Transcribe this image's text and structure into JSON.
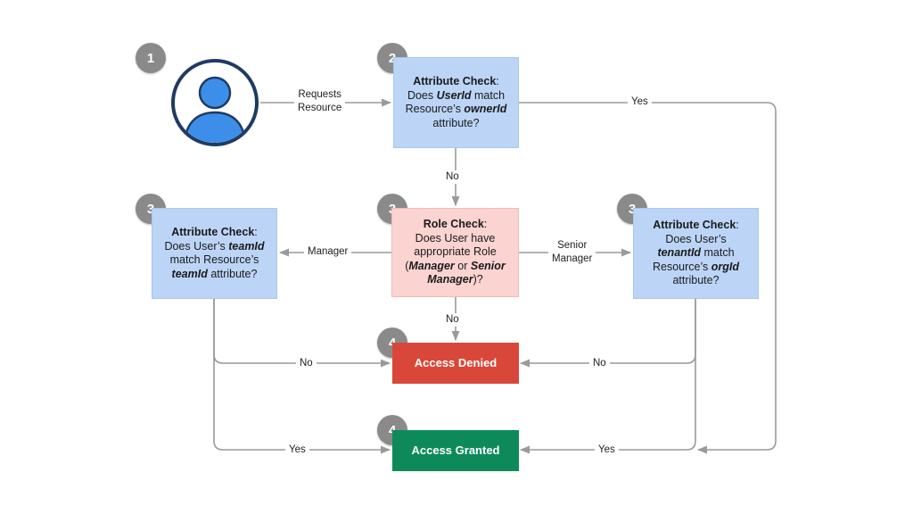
{
  "steps": {
    "s1": "1",
    "s2": "2",
    "s3_left": "3",
    "s3_center": "3",
    "s3_right": "3",
    "s4_denied": "4",
    "s4_granted": "4"
  },
  "user_icon": "user-avatar-icon",
  "edges": {
    "requests_line1": "Requests",
    "requests_line2": "Resource",
    "yes_top": "Yes",
    "no_center_top": "No",
    "manager": "Manager",
    "senior_line1": "Senior",
    "senior_line2": "Manager",
    "no_center_bottom": "No",
    "no_left": "No",
    "no_right": "No",
    "yes_left": "Yes",
    "yes_right": "Yes"
  },
  "box_ownerid": {
    "title": "Attribute Check",
    "colon": ":",
    "l1_a": "Does ",
    "l1_b": "UserId",
    "l1_c": " match",
    "l2_a": "Resource’s ",
    "l2_b": "ownerId",
    "l3": "attribute?"
  },
  "box_role": {
    "title": "Role Check",
    "colon": ":",
    "l1": "Does User have",
    "l2": "appropriate Role",
    "l3_a": "(",
    "l3_b": "Manager",
    "l3_c": " or ",
    "l3_d": "Senior",
    "l4_a": "Manager",
    "l4_b": ")?"
  },
  "box_teamid": {
    "title": "Attribute Check",
    "colon": ":",
    "l1_a": "Does User’s ",
    "l1_b": "teamId",
    "l2": "match Resource’s",
    "l3_a": "teamId",
    "l3_b": " attribute?"
  },
  "box_tenantid": {
    "title": "Attribute Check",
    "colon": ":",
    "l1": "Does User’s",
    "l2_a": "tenantId",
    "l2_b": " match",
    "l3_a": "Resource’s ",
    "l3_b": "orgId",
    "l4": "attribute?"
  },
  "access_denied": "Access Denied",
  "access_granted": "Access Granted",
  "colors": {
    "badge": "#8a8a8a",
    "attribute_box": "#bcd5f7",
    "role_box": "#fbd3d1",
    "denied": "#d9473a",
    "granted": "#0e8a5a",
    "user_ring": "#1f3b63",
    "user_fill": "#3d8ee8",
    "connector": "#9a9a9a"
  }
}
